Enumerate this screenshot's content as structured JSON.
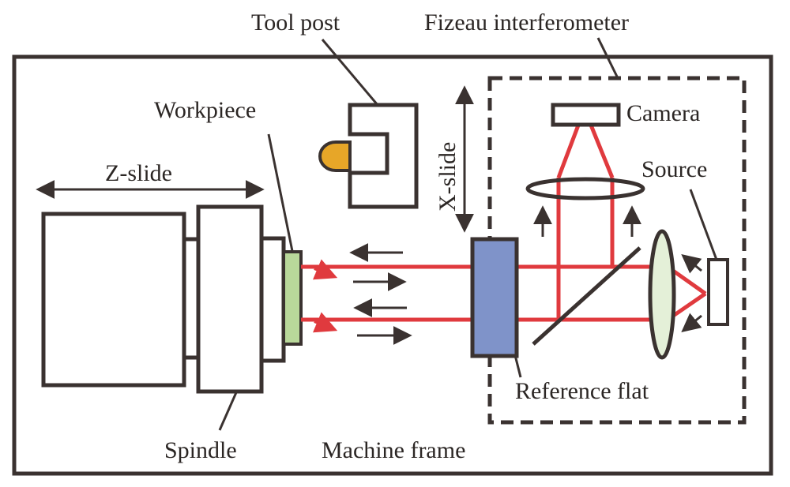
{
  "labels": {
    "tool_post": "Tool post",
    "fizeau": "Fizeau interferometer",
    "workpiece": "Workpiece",
    "camera": "Camera",
    "z_slide": "Z-slide",
    "x_slide": "X-slide",
    "source": "Source",
    "reference_flat": "Reference flat",
    "spindle": "Spindle",
    "machine_frame": "Machine frame"
  },
  "colors": {
    "outline": "#3a3230",
    "beam": "#e03a3e",
    "workpiece": "#b9d89a",
    "reference_flat": "#7f93c9",
    "tool_tip": "#e7a628",
    "lens": "#e4f0d8"
  }
}
